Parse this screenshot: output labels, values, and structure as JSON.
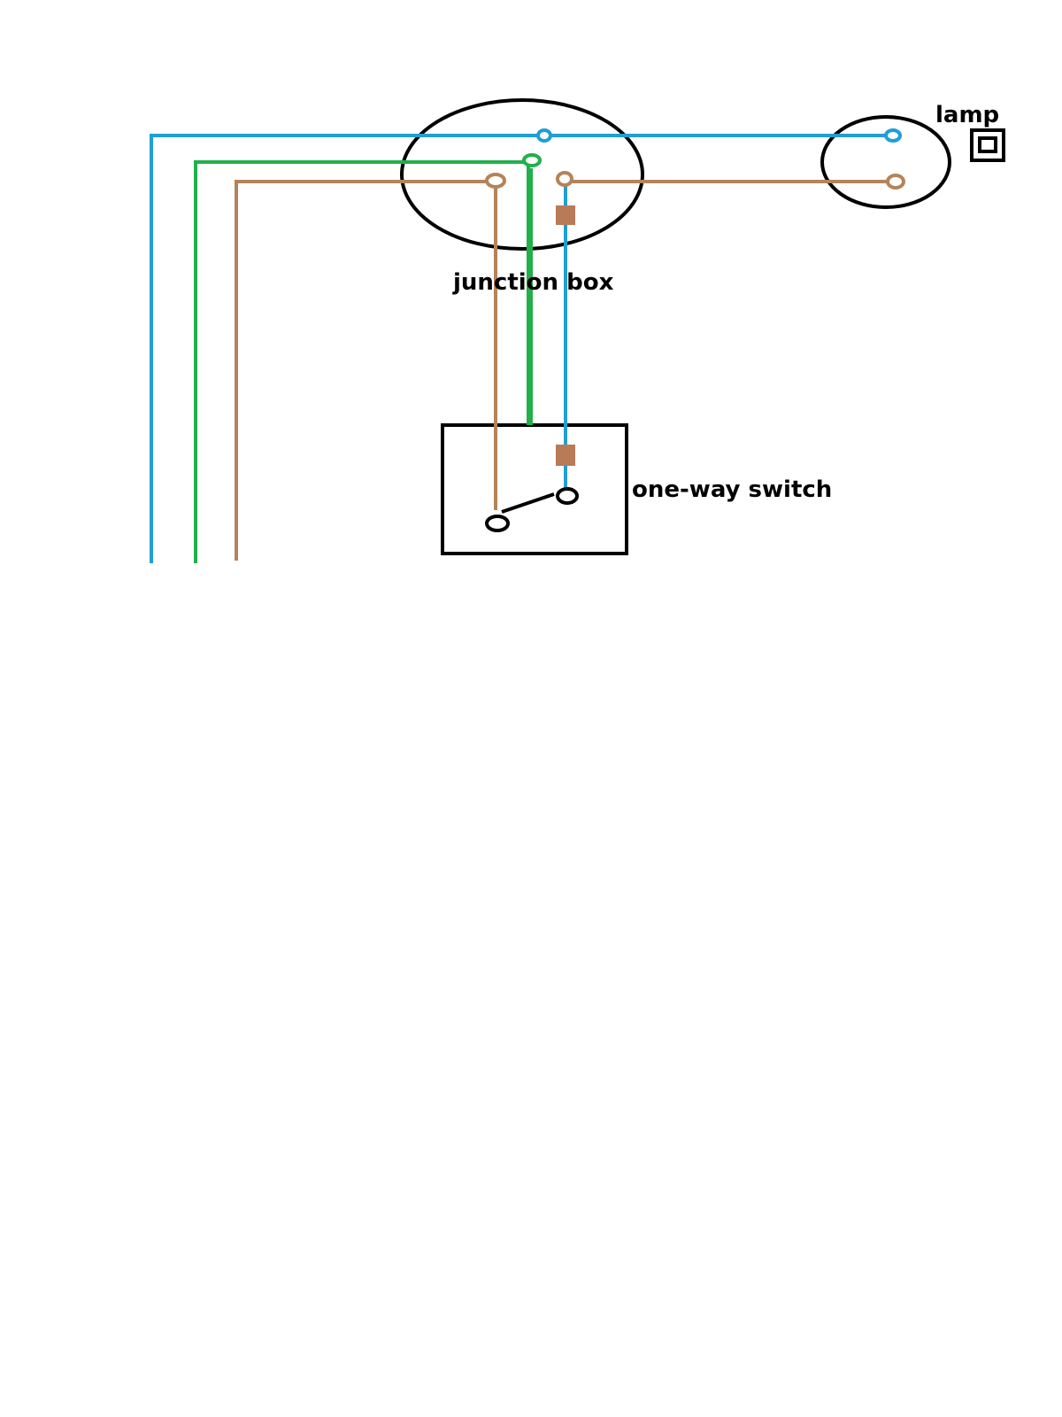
{
  "labels": {
    "junction_box": "junction box",
    "lamp": "lamp",
    "switch": "one-way switch"
  },
  "colors": {
    "neutral_wire": "#1f9fd5",
    "earth_wire": "#22b04a",
    "live_wire": "#b5835a",
    "outline": "#000000",
    "sleeve": "#b97a57"
  },
  "icons": {
    "lamp_symbol": "lamp-symbol-icon",
    "switch_lever": "switch-lever-icon"
  }
}
